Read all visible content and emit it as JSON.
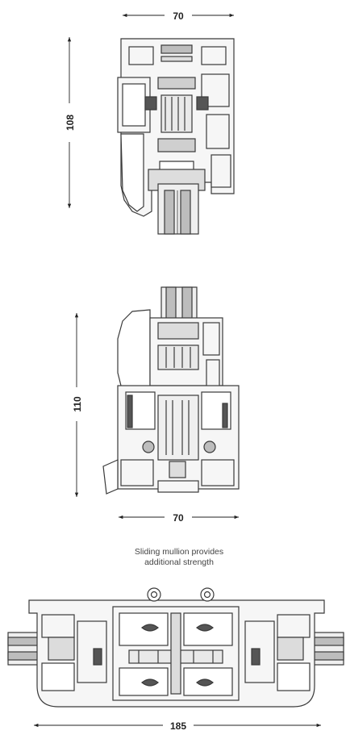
{
  "section_top": {
    "width_label": "70",
    "height_label": "108"
  },
  "section_bottom": {
    "width_label": "70",
    "height_label": "110"
  },
  "section_mullion": {
    "caption_line1": "Sliding mullion provides",
    "caption_line2": "additional strength",
    "width_label": "185"
  },
  "colors": {
    "line": "#3a3a3a",
    "fill": "#f4f4f4",
    "shade": "#bdbdbd",
    "dark": "#555555"
  }
}
